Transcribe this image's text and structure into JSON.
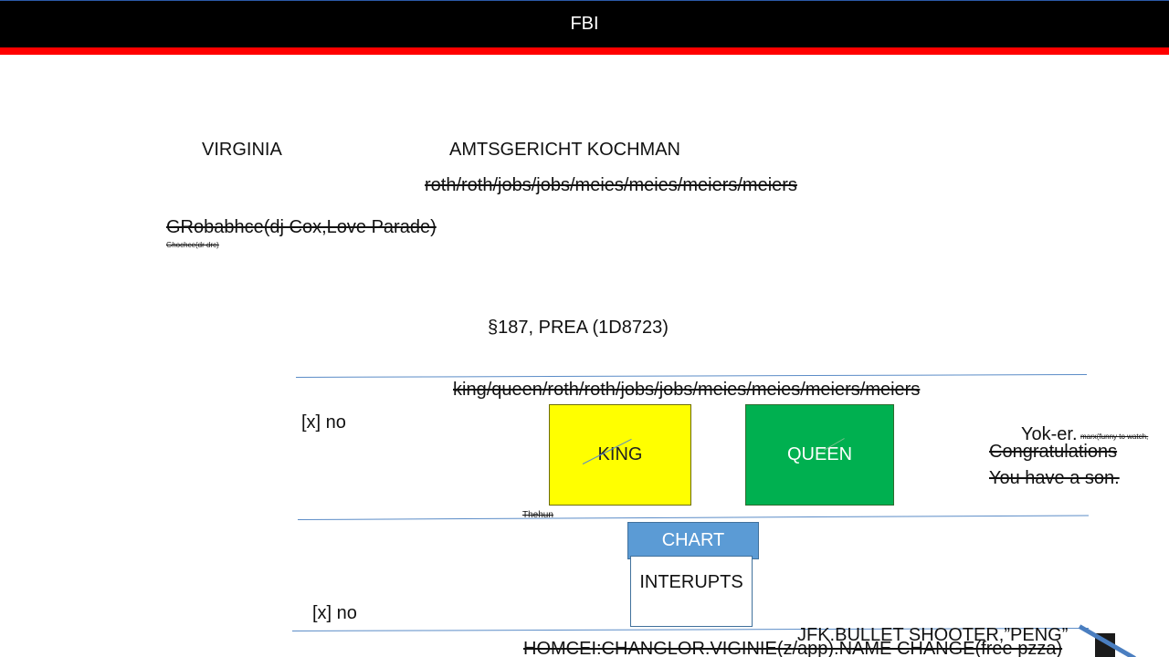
{
  "header": {
    "title": "FBI"
  },
  "labels": {
    "virginia": "VIRGINIA",
    "court": "AMTSGERICHT KOCHMAN",
    "path_top": "roth/roth/jobs/jobs/meies/meies/meiers/meiers",
    "grobabhce": "GRobabhce(dj Cox,Love Parade)",
    "ghochce": "Ghochce(dr drc)",
    "section": "§187, PREA (1D8723)",
    "path_mid": "king/queen/roth/roth/jobs/jobs/meies/meies/meiers/meiers",
    "no_upper": "[x] no",
    "no_lower": "[x] no",
    "yoker": "Yok-er.",
    "marx": "marx(funny to watch,",
    "congrats": "Congratulations",
    "son": "You have a son.",
    "thehun": "Thehun",
    "jfk": "JFK.BULLET SHOOTER,”PENG”",
    "homcei": "HOMCEI:CHANGLOR.VIGINIE(z/app).NAME CHANGE(free pzza)"
  },
  "boxes": {
    "king": "KING",
    "queen": "QUEEN",
    "chart": "CHART",
    "interupts": "INTERUPTS"
  },
  "colors": {
    "title_bar": "#000000",
    "stripe": "#ff0000",
    "king": "#ffff00",
    "queen": "#00b050",
    "chart": "#5b9bd5",
    "lines": "#5b8cc7"
  }
}
